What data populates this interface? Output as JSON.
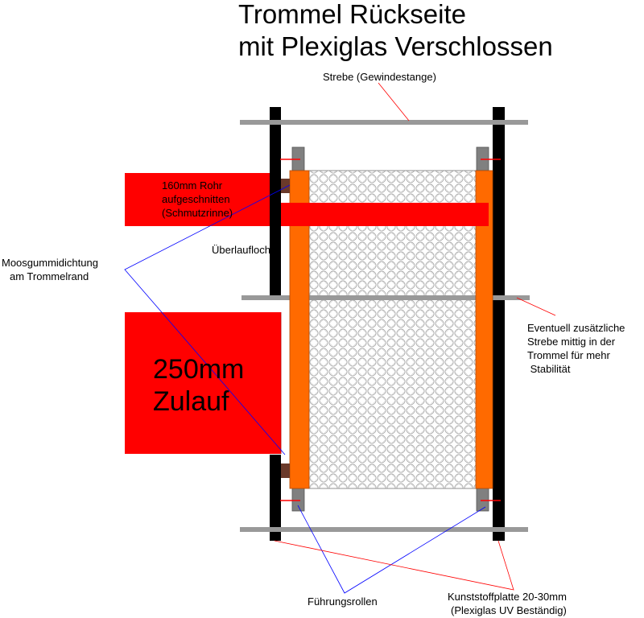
{
  "title": {
    "line1": "Trommel Rückseite",
    "line2": "mit Plexiglas Verschlossen"
  },
  "labels": {
    "strebe": "Strebe (Gewindestange)",
    "rohr_1": "160mm Rohr",
    "rohr_2": "aufgeschnitten",
    "rohr_3": "(Schmutzrinne)",
    "ueberlaufloch": "Überlaufloch",
    "moosgummi_1": "Moosgummidichtung",
    "moosgummi_2": "am Trommelrand",
    "zulauf_1": "250mm",
    "zulauf_2": "Zulauf",
    "eventuell_1": "Eventuell zusätzliche",
    "eventuell_2": "Strebe mittig in der",
    "eventuell_3": "Trommel für mehr",
    "eventuell_4": " Stabilität",
    "fuehrungsrollen": "Führungsrollen",
    "kunststoff_1": "Kunststoffplatte 20-30mm",
    "kunststoff_2": "(Plexiglas UV Beständig)"
  },
  "colors": {
    "red": "#ff0000",
    "orange": "#ff6a00",
    "plate": "#000000",
    "rod": "#999999",
    "roller": "#808080",
    "seal": "#6b3a2a",
    "leader_red": "#ff0000",
    "leader_blue": "#0000ff"
  }
}
